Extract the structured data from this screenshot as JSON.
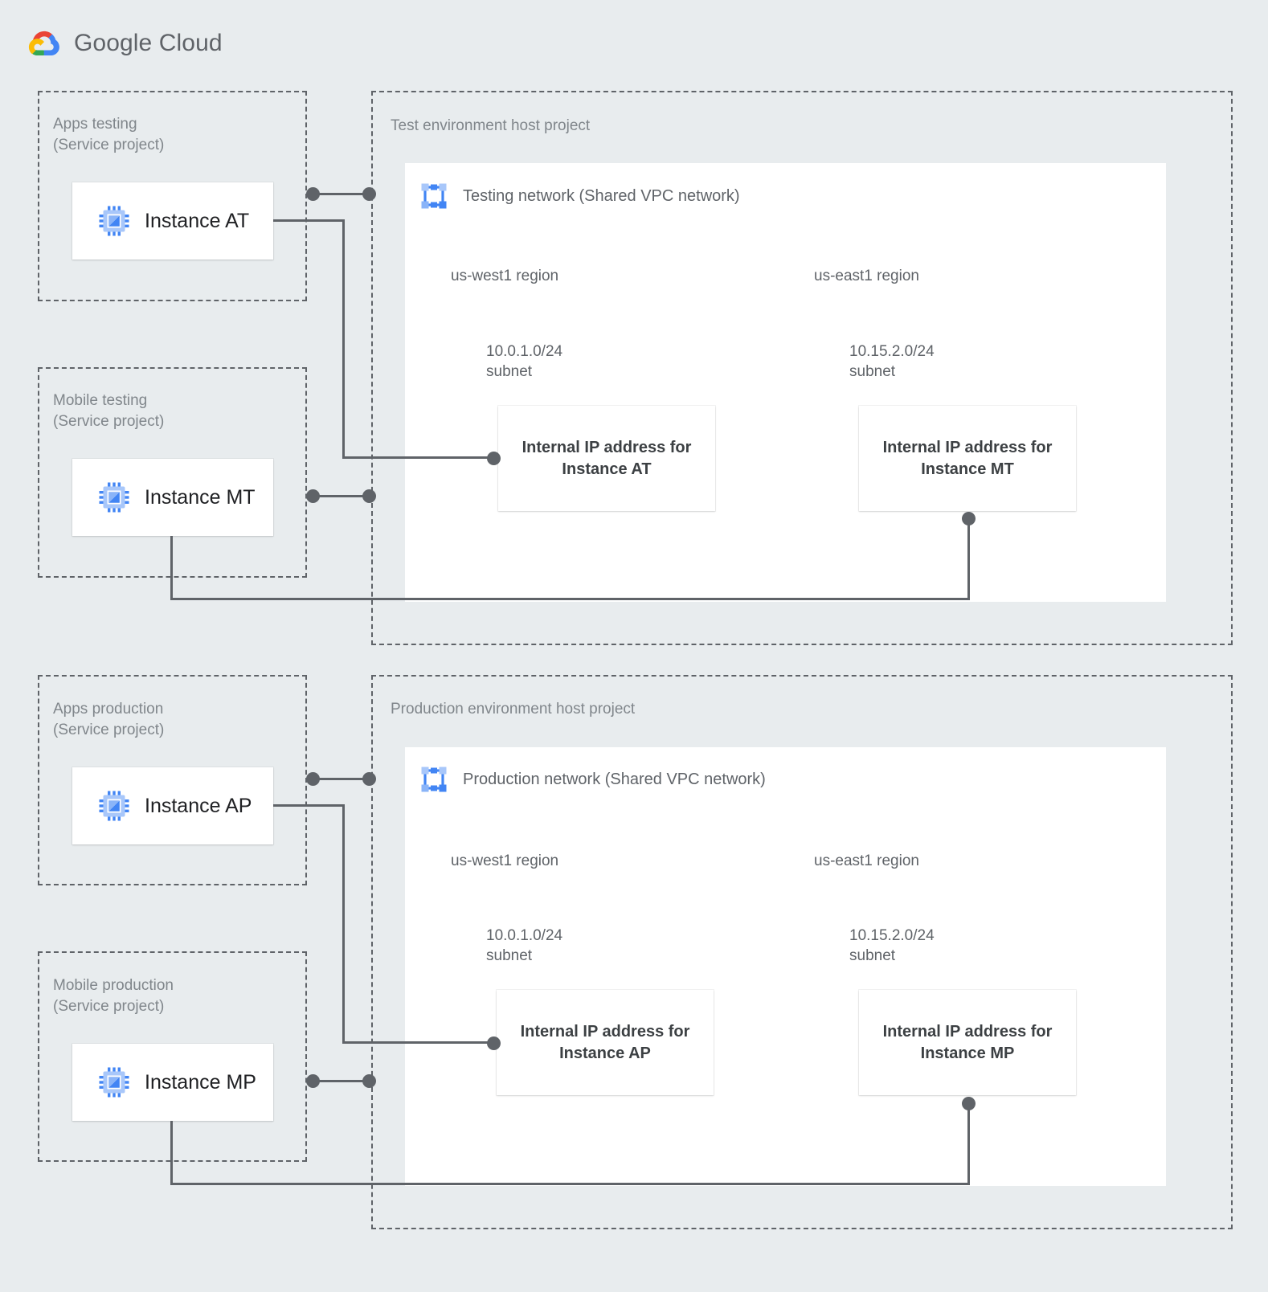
{
  "brand": {
    "logo_icon": "google-cloud-logo-icon",
    "name_bold": "Google",
    "name_light": "Cloud",
    "colors": {
      "red": "#EA4335",
      "yellow": "#FBBC04",
      "green": "#34A853",
      "blue": "#4285F4",
      "text": "#5F6368"
    }
  },
  "palette": {
    "page_background": "#e8ecee",
    "network_fill": "#ddf2fd",
    "region_fill": "#dff0e8",
    "subnet_fill": "#ece7f6",
    "card_fill": "#ffffff",
    "connector": "#5f6368",
    "dashed_border": "#5f6368",
    "label_text": "#80868b",
    "body_text": "#5f6368",
    "instance_icon_blue": "#4285F4",
    "instance_icon_light": "#A8C7FA"
  },
  "sections": [
    {
      "id": "test",
      "host_project": {
        "label": "Test environment host project",
        "network": {
          "icon": "vpc-network-icon",
          "label": "Testing network (Shared VPC network)",
          "regions": [
            {
              "label": "us-west1 region",
              "subnet": {
                "label": "10.0.1.0/24\nsubnet",
                "cidr": "10.0.1.0/24",
                "ip_card": "Internal IP address for\nInstance AT"
              }
            },
            {
              "label": "us-east1 region",
              "subnet": {
                "label": "10.15.2.0/24\nsubnet",
                "cidr": "10.15.2.0/24",
                "ip_card": "Internal IP address for\nInstance MT"
              }
            }
          ]
        }
      },
      "service_projects": [
        {
          "label": "Apps testing\n(Service project)",
          "instance": {
            "icon": "vm-instance-icon",
            "name": "Instance AT"
          }
        },
        {
          "label": "Mobile testing\n(Service project)",
          "instance": {
            "icon": "vm-instance-icon",
            "name": "Instance MT"
          }
        }
      ]
    },
    {
      "id": "production",
      "host_project": {
        "label": "Production environment host project",
        "network": {
          "icon": "vpc-network-icon",
          "label": "Production network (Shared VPC network)",
          "regions": [
            {
              "label": "us-west1 region",
              "subnet": {
                "label": "10.0.1.0/24\nsubnet",
                "cidr": "10.0.1.0/24",
                "ip_card": "Internal IP address for\nInstance AP"
              }
            },
            {
              "label": "us-east1 region",
              "subnet": {
                "label": "10.15.2.0/24\nsubnet",
                "cidr": "10.15.2.0/24",
                "ip_card": "Internal IP address for\nInstance MP"
              }
            }
          ]
        }
      },
      "service_projects": [
        {
          "label": "Apps production\n(Service project)",
          "instance": {
            "icon": "vm-instance-icon",
            "name": "Instance AP"
          }
        },
        {
          "label": "Mobile production\n(Service project)",
          "instance": {
            "icon": "vm-instance-icon",
            "name": "Instance MP"
          }
        }
      ]
    }
  ]
}
